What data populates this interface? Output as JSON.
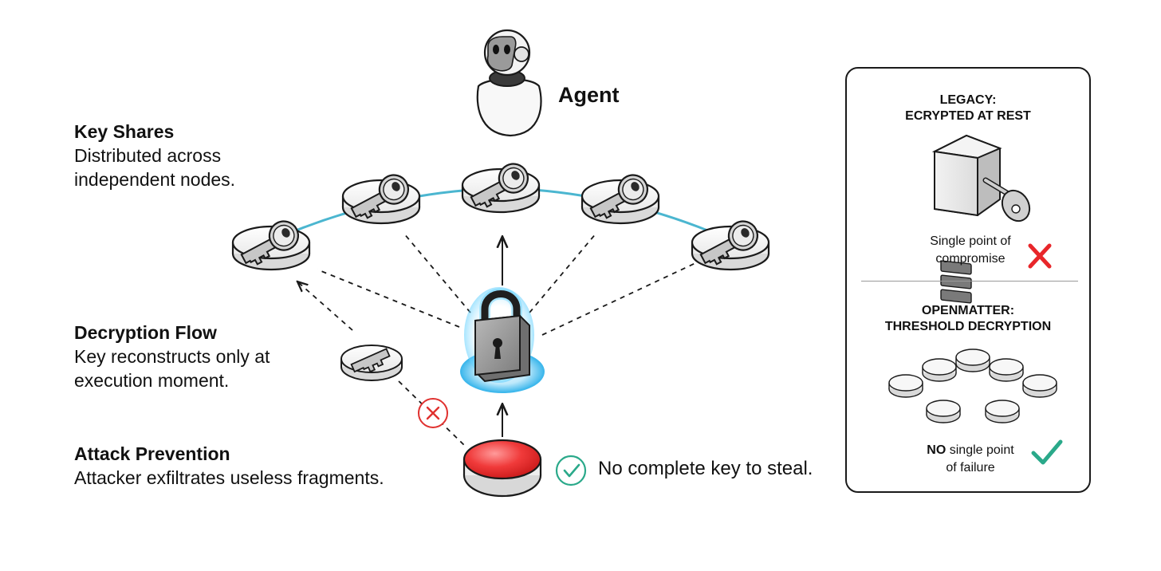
{
  "agent": {
    "label": "Agent"
  },
  "sections": {
    "key_shares": {
      "title": "Key Shares",
      "lines": [
        "Distributed across",
        "independent nodes."
      ]
    },
    "decryption_flow": {
      "title": "Decryption Flow",
      "lines": [
        "Key reconstructs only at",
        "execution moment."
      ]
    },
    "attack_prevention": {
      "title": "Attack Prevention",
      "lines": [
        "Attacker exfiltrates useless fragments."
      ]
    }
  },
  "result": {
    "text": "No complete key to steal."
  },
  "legacy": {
    "title_lines": [
      "LEGACY:",
      "ECRYPTED AT REST"
    ],
    "note_lines": [
      "Single point of",
      "compromise"
    ]
  },
  "openmatter": {
    "title_lines": [
      "OPENMATTER:",
      "THRESHOLD DECRYPTION"
    ],
    "note_bold": "NO",
    "note_rest": " single point",
    "note_line2": "of failure"
  },
  "colors": {
    "ink": "#1a1a1a",
    "cyan_arc": "#4bb6d0",
    "lock_glow": "#3fb8ec",
    "alarm_red": "#e8262a",
    "check_teal": "#2aa98a",
    "blocked_red": "#e0312f"
  },
  "icons": [
    "robot-agent-icon",
    "key-disc-icon",
    "padlock-icon",
    "alarm-button-icon",
    "server-icon",
    "check-icon",
    "cross-icon"
  ]
}
